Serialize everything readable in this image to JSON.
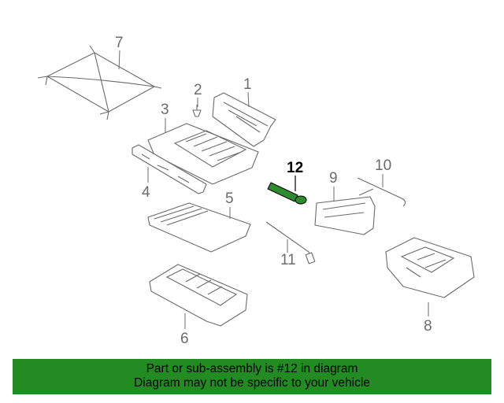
{
  "callouts": {
    "c1": "1",
    "c2": "2",
    "c3": "3",
    "c4": "4",
    "c5": "5",
    "c6": "6",
    "c7": "7",
    "c8": "8",
    "c9": "9",
    "c10": "10",
    "c11": "11",
    "c12": "12"
  },
  "highlight_color": "#228b22",
  "banner": {
    "line1": "Part or sub-assembly is #12 in diagram",
    "line2": "Diagram may not be specific to your vehicle",
    "background": "#228b22"
  }
}
